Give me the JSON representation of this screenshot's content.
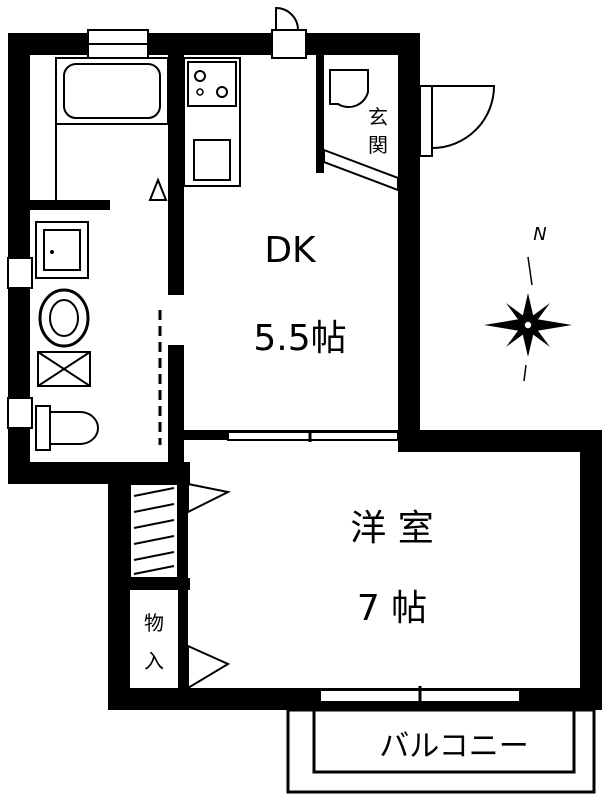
{
  "rooms": {
    "dk": {
      "name": "DK",
      "size": "5.5帖"
    },
    "western": {
      "name": "洋 室",
      "size": "7 帖"
    },
    "entrance": {
      "line1": "玄",
      "line2": "関"
    },
    "storage": {
      "line1": "物",
      "line2": "入"
    },
    "balcony": {
      "name": "バルコニー"
    }
  },
  "compass": {
    "north_label": "N"
  },
  "colors": {
    "wall": "#000000",
    "background": "#ffffff"
  }
}
